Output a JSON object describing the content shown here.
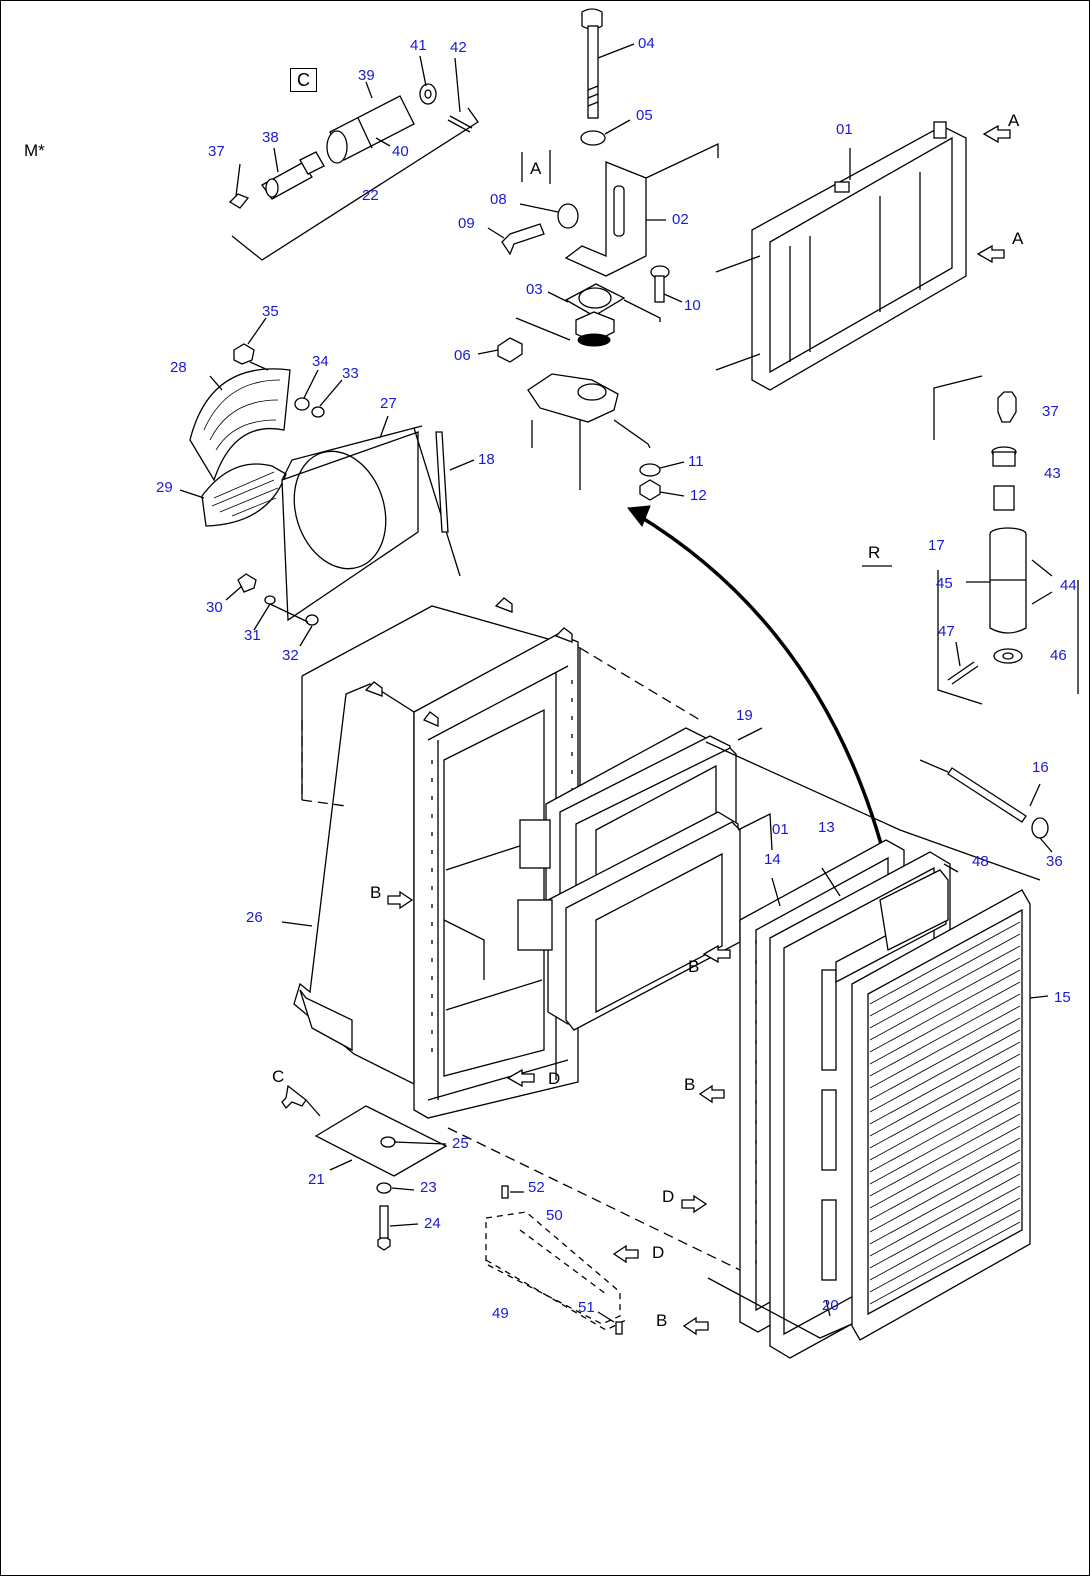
{
  "diagram": {
    "top_left_label": "M*",
    "detail_label": "C",
    "callouts": {
      "p01_top": "01",
      "p02": "02",
      "p03": "03",
      "p04": "04",
      "p05": "05",
      "p06": "06",
      "p08": "08",
      "p09": "09",
      "p10": "10",
      "p11": "11",
      "p12": "12",
      "p37_left": "37",
      "p38": "38",
      "p39": "39",
      "p40": "40",
      "p41": "41",
      "p42": "42",
      "p22": "22",
      "p35": "35",
      "p34": "34",
      "p33": "33",
      "p28": "28",
      "p27": "27",
      "p18": "18",
      "p29": "29",
      "p30": "30",
      "p31": "31",
      "p32": "32",
      "p37_right": "37",
      "p43": "43",
      "p17": "17",
      "p45": "45",
      "p44": "44",
      "p47": "47",
      "p46": "46",
      "p19": "19",
      "p01_mid": "01",
      "p13": "13",
      "p14": "14",
      "p16": "16",
      "p36": "36",
      "p48": "48",
      "p26": "26",
      "p15": "15",
      "p25": "25",
      "p21": "21",
      "p23": "23",
      "p24": "24",
      "p52": "52",
      "p50": "50",
      "p49": "49",
      "p51": "51",
      "p20": "20"
    },
    "letters": {
      "a_top_right_1": "A",
      "a_top_right_2": "A",
      "a_box": "A",
      "r": "R",
      "b1": "B",
      "b2": "B",
      "b3": "B",
      "b4": "B",
      "c_arrow": "C",
      "d1": "D",
      "d2": "D",
      "d3": "D"
    }
  }
}
